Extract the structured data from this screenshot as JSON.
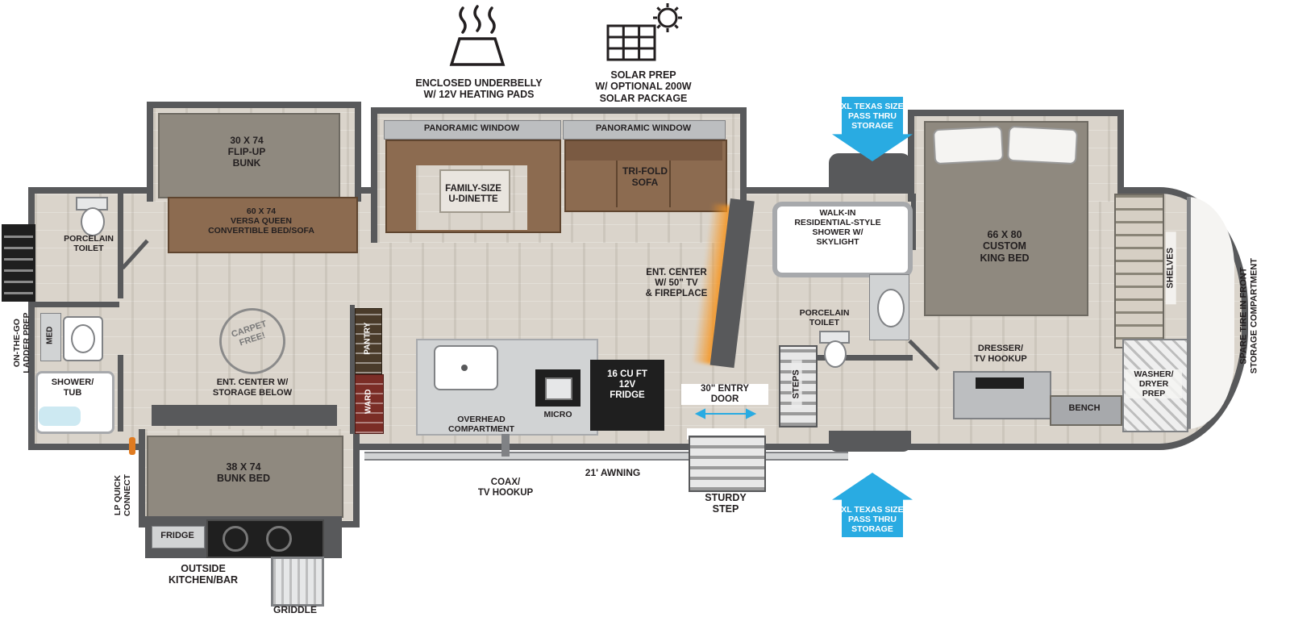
{
  "callouts": {
    "underbelly": "ENCLOSED UNDERBELLY\nW/ 12V HEATING PADS",
    "solar": "SOLAR PREP\nW/ OPTIONAL 200W\nSOLAR PACKAGE",
    "pass_thru_top": "XL TEXAS SIZE\nPASS THRU\nSTORAGE",
    "pass_thru_bottom": "XL TEXAS SIZE\nPASS THRU\nSTORAGE"
  },
  "exterior": {
    "spare_tire": "SPARE TIRE IN FRONT\nSTORAGE COMPARTMENT",
    "awning": "21' AWNING",
    "coax": "COAX/\nTV HOOKUP",
    "entry_door": "30\" ENTRY\nDOOR",
    "sturdy_step": "STURDY\nSTEP",
    "ladder_prep": "ON-THE-GO\nLADDER PREP",
    "lp_connect": "LP QUICK\nCONNECT",
    "outside_kitchen": "OUTSIDE\nKITCHEN/BAR",
    "outside_fridge": "FRIDGE",
    "griddle": "GRIDDLE"
  },
  "bedroom": {
    "king_bed": "66 X 80\nCUSTOM\nKING BED",
    "dresser": "DRESSER/\nTV HOOKUP",
    "bench": "BENCH",
    "shelves": "SHELVES",
    "washer_dryer": "WASHER/\nDRYER\nPREP"
  },
  "bathroom": {
    "shower": "WALK-IN\nRESIDENTIAL-STYLE\nSHOWER W/\nSKYLIGHT",
    "toilet": "PORCELAIN\nTOILET",
    "steps": "STEPS"
  },
  "living": {
    "ent_center": "ENT. CENTER\nW/ 50\" TV\n& FIREPLACE",
    "panoramic_window_left": "PANORAMIC WINDOW",
    "panoramic_window_right": "PANORAMIC WINDOW",
    "dinette": "FAMILY-SIZE\nU-DINETTE",
    "sofa": "TRI-FOLD\nSOFA",
    "carpet_free": "CARPET\nFREE!"
  },
  "kitchen": {
    "fridge": "16 CU FT\n12V\nFRIDGE",
    "micro": "MICRO",
    "overhead": "OVERHEAD\nCOMPARTMENT",
    "pantry": "PANTRY",
    "ward": "WARD"
  },
  "bunk_room": {
    "flip_up_bunk": "30 X 74\nFLIP-UP\nBUNK",
    "versa_queen": "60 X 74\nVERSA QUEEN\nCONVERTIBLE BED/SOFA",
    "bunk_bed": "38 X 74\nBUNK BED",
    "ent_center": "ENT. CENTER W/\nSTORAGE BELOW"
  },
  "rear_bath": {
    "toilet": "PORCELAIN\nTOILET",
    "med": "MED",
    "shower_tub": "SHOWER/\nTUB"
  },
  "icons": {
    "heat_icon": "heat-waves-underbelly",
    "solar_icon": "solar-panel-with-sun",
    "entry_arrow_icon": "double-headed-arrow"
  },
  "colors": {
    "wall": "#58595B",
    "accent_blue": "#29ABE2",
    "furniture_brown": "#8C6B50",
    "bed_gray": "#8F897F",
    "fixture_gray": "#D1D3D4",
    "fireplace_orange": "#F7941D"
  }
}
